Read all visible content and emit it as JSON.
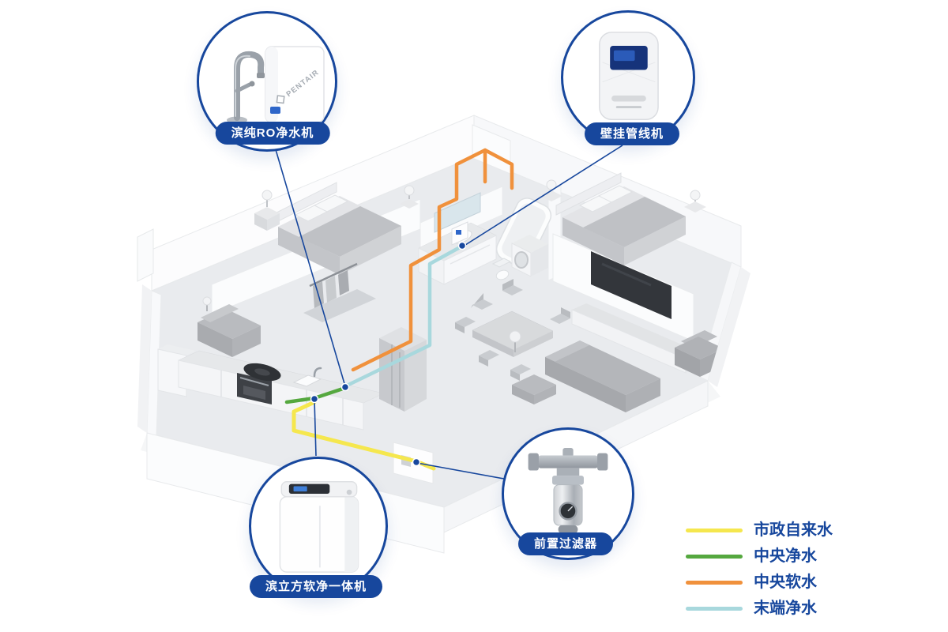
{
  "callouts": {
    "ro_purifier": {
      "label": "滨纯RO净水机",
      "brand": "PENTAIR"
    },
    "wall_dispenser": {
      "label": "壁挂管线机"
    },
    "softener": {
      "label": "滨立方软净一体机"
    },
    "prefilter": {
      "label": "前置过滤器"
    }
  },
  "legend": {
    "items": [
      {
        "name": "municipal-tap-water",
        "label": "市政自来水",
        "color": "#f5e74e"
      },
      {
        "name": "central-purified-water",
        "label": "中央净水",
        "color": "#55a83f"
      },
      {
        "name": "central-soft-water",
        "label": "中央软水",
        "color": "#f0913c"
      },
      {
        "name": "terminal-purified-water",
        "label": "末端净水",
        "color": "#a8d8dd"
      }
    ]
  },
  "colors": {
    "accent_blue": "#17479d"
  }
}
